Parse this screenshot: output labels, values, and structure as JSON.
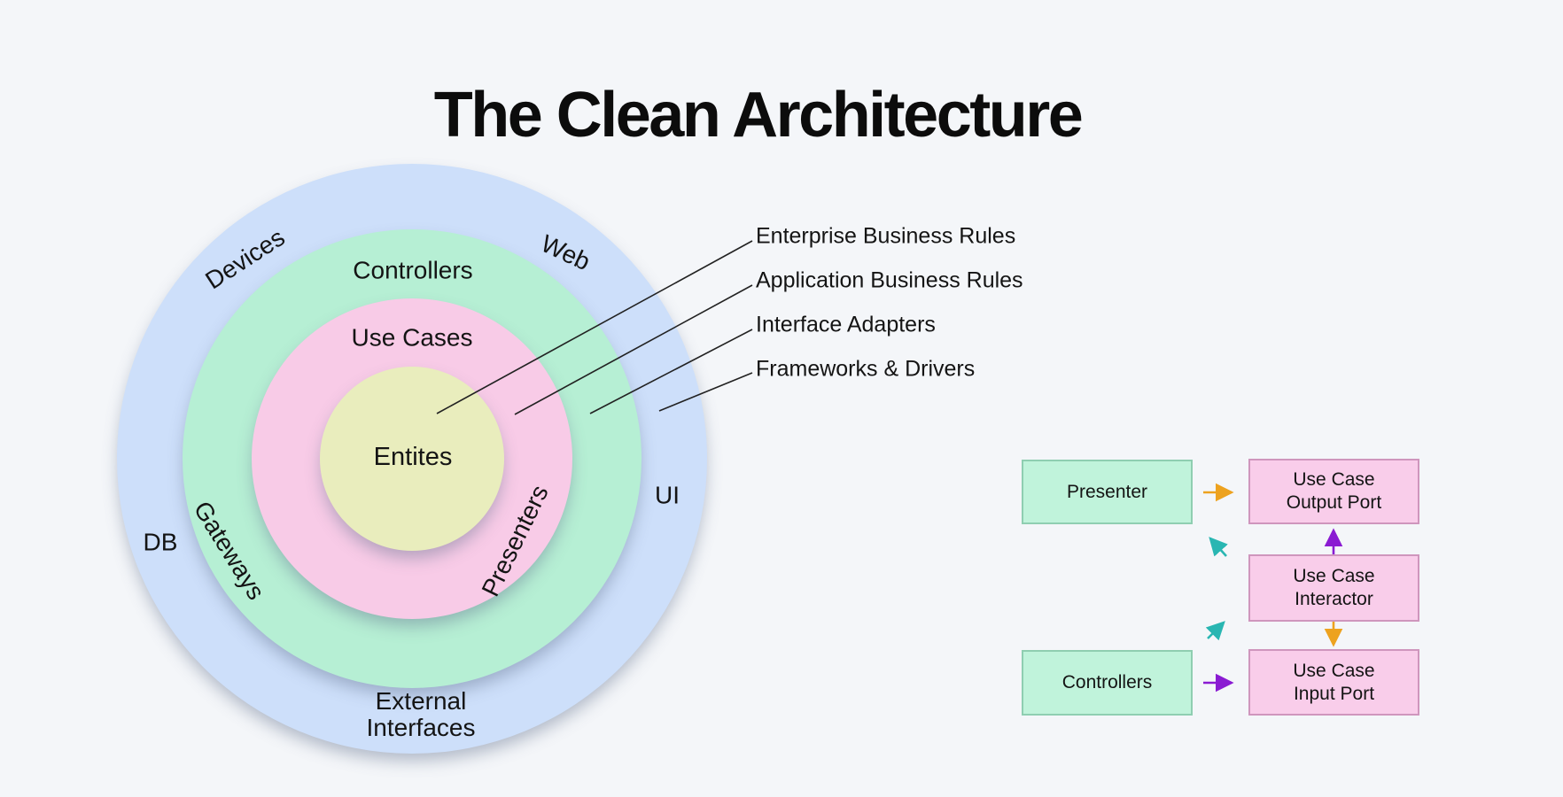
{
  "title": "The Clean Architecture",
  "colors": {
    "bg": "#f4f6f9",
    "ring-blue": "#cddffa",
    "ring-green": "#b6efd4",
    "ring-pink": "#f8cbe7",
    "ring-yellow": "#e9edbd",
    "box-green": "#c0f3db",
    "box-green-border": "#8fceb1",
    "box-pink": "#f9cdea",
    "box-pink-border": "#cf96bd",
    "arrow-orange": "#eda21f",
    "arrow-purple": "#8a1bd2",
    "arrow-teal": "#29b6b2",
    "line": "#222222",
    "text": "#161616"
  },
  "rings": {
    "labels": {
      "devices": "Devices",
      "web": "Web",
      "controllers": "Controllers",
      "use_cases": "Use Cases",
      "entities": "Entites",
      "db": "DB",
      "gateways": "Gateways",
      "presenters": "Presenters",
      "ui": "UI",
      "external_line1": "External",
      "external_line2": "Interfaces"
    }
  },
  "callouts": {
    "items": [
      {
        "label": "Enterprise Business Rules"
      },
      {
        "label": "Application Business Rules"
      },
      {
        "label": "Interface Adapters"
      },
      {
        "label": "Frameworks & Drivers"
      }
    ]
  },
  "flow": {
    "boxes": {
      "presenter": {
        "label": "Presenter"
      },
      "output_port": {
        "line1": "Use Case",
        "line2": "Output Port"
      },
      "interactor": {
        "line1": "Use Case",
        "line2": "Interactor"
      },
      "controllers": {
        "label": "Controllers"
      },
      "input_port": {
        "line1": "Use Case",
        "line2": "Input Port"
      }
    }
  }
}
